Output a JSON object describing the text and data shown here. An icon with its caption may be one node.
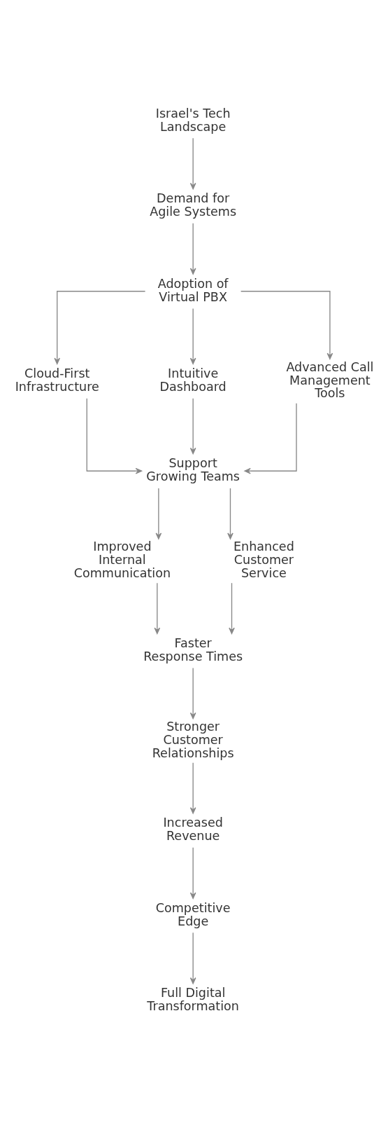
{
  "diagram": {
    "nodes": [
      {
        "text": [
          "Israel's Tech Landscape"
        ]
      },
      {
        "text": [
          "Demand for Agile Systems"
        ]
      },
      {
        "text": [
          "Adoption of Virtual PBX"
        ]
      },
      {
        "text": [
          "Cloud-First Infrastructure"
        ]
      },
      {
        "text": [
          "Intuitive Dashboard"
        ]
      },
      {
        "text": [
          "Advanced Call Management Tools"
        ]
      },
      {
        "text": [
          "Support Growing Teams"
        ]
      },
      {
        "text": [
          "Improved Internal Communication"
        ]
      },
      {
        "text": [
          "Enhanced Customer Service"
        ]
      },
      {
        "text": [
          "Faster Response Times"
        ]
      },
      {
        "text": [
          "Stronger Customer Relationships"
        ]
      },
      {
        "text": [
          "Increased Revenue"
        ]
      },
      {
        "text": [
          "Competitive Edge"
        ]
      },
      {
        "text": [
          "Full Digital Transformation"
        ]
      }
    ],
    "edges": [
      {
        "from": 0,
        "to": 1,
        "arrow": "to"
      },
      {
        "from": 1,
        "to": 2,
        "arrow": "to"
      },
      {
        "from": 2,
        "to": 3,
        "arrow": "to"
      },
      {
        "from": 2,
        "to": 4,
        "arrow": "to"
      },
      {
        "from": 2,
        "to": 5,
        "arrow": "to"
      },
      {
        "from": 3,
        "to": 6,
        "arrow": "to"
      },
      {
        "from": 4,
        "to": 6,
        "arrow": "to"
      },
      {
        "from": 5,
        "to": 6,
        "arrow": "to"
      },
      {
        "from": 6,
        "to": 7,
        "arrow": "to"
      },
      {
        "from": 6,
        "to": 8,
        "arrow": "to"
      },
      {
        "from": 7,
        "to": 9,
        "arrow": "to"
      },
      {
        "from": 8,
        "to": 9,
        "arrow": "to"
      },
      {
        "from": 9,
        "to": 10,
        "arrow": "to"
      },
      {
        "from": 10,
        "to": 11,
        "arrow": "to"
      },
      {
        "from": 11,
        "to": 12,
        "arrow": "to"
      },
      {
        "from": 12,
        "to": 13,
        "arrow": "to"
      }
    ]
  }
}
